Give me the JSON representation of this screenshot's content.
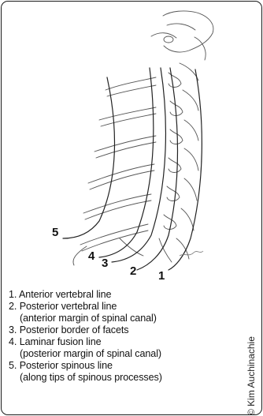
{
  "lines": [
    {
      "number": "1",
      "name": "Anterior vertebral line",
      "detail": ""
    },
    {
      "number": "2",
      "name": "Posterior vertebral line",
      "detail": "(anterior margin of spinal canal)"
    },
    {
      "number": "3",
      "name": "Posterior border of facets",
      "detail": ""
    },
    {
      "number": "4",
      "name": "Laminar fusion line",
      "detail": "(posterior margin of spinal canal)"
    },
    {
      "number": "5",
      "name": "Posterior spinous line",
      "detail": "(along tips of spinous processes)"
    }
  ],
  "legend": [
    {
      "label": "1. Anterior vertebral line"
    },
    {
      "label": "2. Posterior vertebral line",
      "sub": "(anterior margin of spinal canal)"
    },
    {
      "label": "3. Posterior border of facets"
    },
    {
      "label": "4. Laminar fusion line",
      "sub": "(posterior margin of spinal canal)"
    },
    {
      "label": "5. Posterior spinous line",
      "sub": "(along tips of spinous processes)"
    }
  ],
  "credit": "© Kim Auchinachie",
  "colors": {
    "ink": "#111111",
    "sketch": "#555555",
    "frame": "#1a1a1a"
  }
}
